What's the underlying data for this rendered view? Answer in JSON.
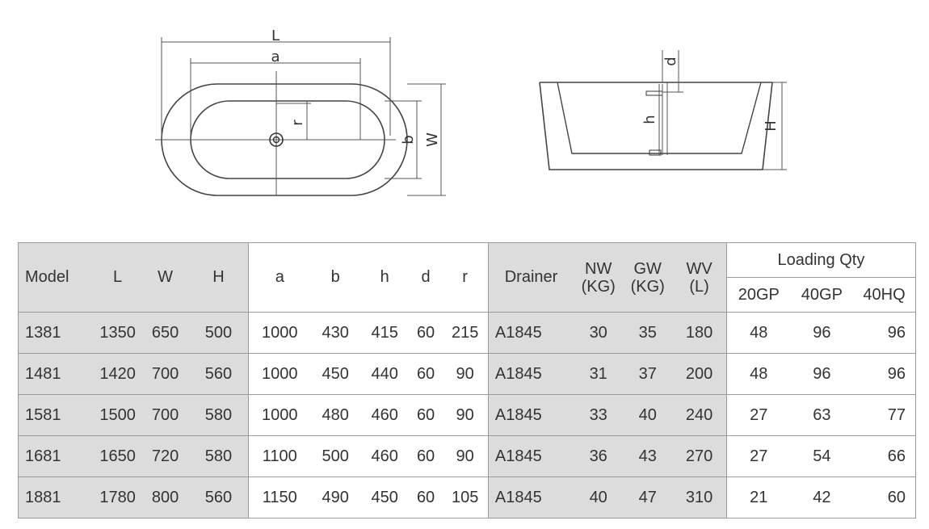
{
  "diagram": {
    "top_view_labels": {
      "L": "L",
      "a": "a",
      "r": "r",
      "b": "b",
      "W": "W"
    },
    "side_view_labels": {
      "d": "d",
      "h": "h",
      "H": "H"
    }
  },
  "table": {
    "headers": {
      "model": "Model",
      "L": "L",
      "W": "W",
      "H": "H",
      "a": "a",
      "b": "b",
      "h": "h",
      "d": "d",
      "r": "r",
      "drainer": "Drainer",
      "nw": "NW",
      "nw_unit": "(KG)",
      "gw": "GW",
      "gw_unit": "(KG)",
      "wv": "WV",
      "wv_unit": "(L)",
      "loading": "Loading Qty",
      "gp20": "20GP",
      "gp40": "40GP",
      "hq40": "40HQ"
    },
    "rows": [
      [
        "1381",
        "1350",
        "650",
        "500",
        "1000",
        "430",
        "415",
        "60",
        "215",
        "A1845",
        "30",
        "35",
        "180",
        "48",
        "96",
        "96"
      ],
      [
        "1481",
        "1420",
        "700",
        "560",
        "1000",
        "450",
        "440",
        "60",
        "90",
        "A1845",
        "31",
        "37",
        "200",
        "48",
        "96",
        "96"
      ],
      [
        "1581",
        "1500",
        "700",
        "580",
        "1000",
        "480",
        "460",
        "60",
        "90",
        "A1845",
        "33",
        "40",
        "240",
        "27",
        "63",
        "77"
      ],
      [
        "1681",
        "1650",
        "720",
        "580",
        "1100",
        "500",
        "460",
        "60",
        "90",
        "A1845",
        "36",
        "43",
        "270",
        "27",
        "54",
        "66"
      ],
      [
        "1881",
        "1780",
        "800",
        "560",
        "1150",
        "490",
        "450",
        "60",
        "105",
        "A1845",
        "40",
        "47",
        "310",
        "21",
        "42",
        "60"
      ]
    ]
  }
}
